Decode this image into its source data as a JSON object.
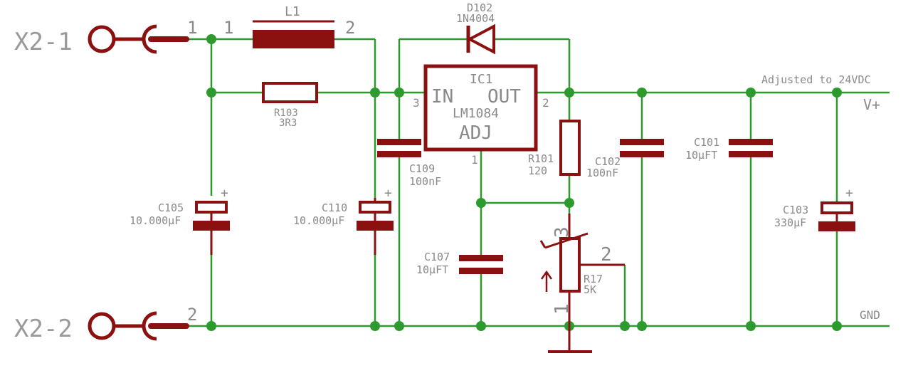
{
  "connectors": [
    {
      "name": "X2-1",
      "pin": "1"
    },
    {
      "name": "X2-2",
      "pin": "2"
    }
  ],
  "inductor": {
    "name": "L1",
    "pin1": "1",
    "pin2": "2"
  },
  "diode": {
    "name": "D102",
    "value": "1N4004"
  },
  "regulator": {
    "name": "IC1",
    "value": "LM1084",
    "pin_in": "IN",
    "pin_out": "OUT",
    "pin_adj": "ADJ",
    "pin_num_in": "3",
    "pin_num_out": "2",
    "pin_num_adj": "1"
  },
  "resistors": [
    {
      "name": "R103",
      "value": "3R3"
    },
    {
      "name": "R101",
      "value": "120"
    }
  ],
  "potentiometer": {
    "name": "R17",
    "value": "5K",
    "pin1": "1",
    "pin2": "2",
    "pin3": "3"
  },
  "capacitors": [
    {
      "name": "C105",
      "value": "10.000µF",
      "polarity": "+"
    },
    {
      "name": "C110",
      "value": "10.000µF",
      "polarity": "+"
    },
    {
      "name": "C109",
      "value": "100nF"
    },
    {
      "name": "C107",
      "value": "10µFT"
    },
    {
      "name": "C102",
      "value": "100nF"
    },
    {
      "name": "C101",
      "value": "10µFT"
    },
    {
      "name": "C103",
      "value": "330µF",
      "polarity": "+"
    }
  ],
  "nets": {
    "output_note": "Adjusted to 24VDC",
    "vplus": "V+",
    "gnd": "GND"
  },
  "colors": {
    "wire": "#2c9a2c",
    "component": "#8b1010",
    "label": "#8a8a8a"
  }
}
